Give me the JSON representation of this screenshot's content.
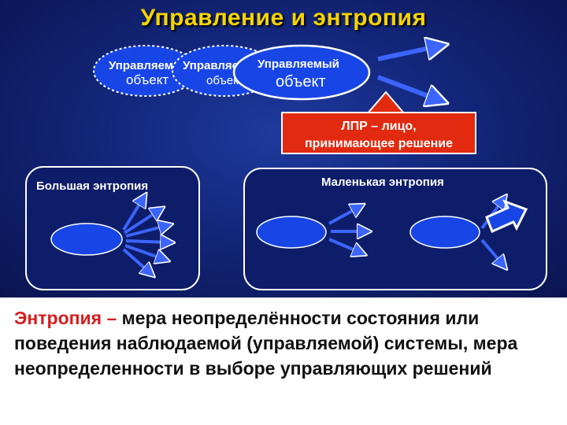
{
  "title": "Управление и энтропия",
  "top_diagram": {
    "objects": [
      {
        "line1": "Управляемый",
        "line2": "объект"
      },
      {
        "line1": "Управляемый",
        "line2": "объект"
      },
      {
        "line1": "Управляемый",
        "line2": "объект"
      }
    ],
    "decision_maker": {
      "line1": "ЛПР – лицо,",
      "line2": "принимающее решение"
    }
  },
  "panels": {
    "large": {
      "label": "Большая энтропия"
    },
    "small": {
      "label": "Маленькая энтропия"
    }
  },
  "definition": {
    "term": "Энтропия –",
    "text": " мера неопределённости состояния или поведения наблюдаемой (управляемой) системы, мера неопределенности в выборе управляющих решений"
  },
  "colors": {
    "background_dark": "#0a1450",
    "ellipse_fill": "#1846e6",
    "arrow": "#3c64ff",
    "decision_box": "#e22a10",
    "title": "#f5d400",
    "term": "#d41e1e"
  }
}
